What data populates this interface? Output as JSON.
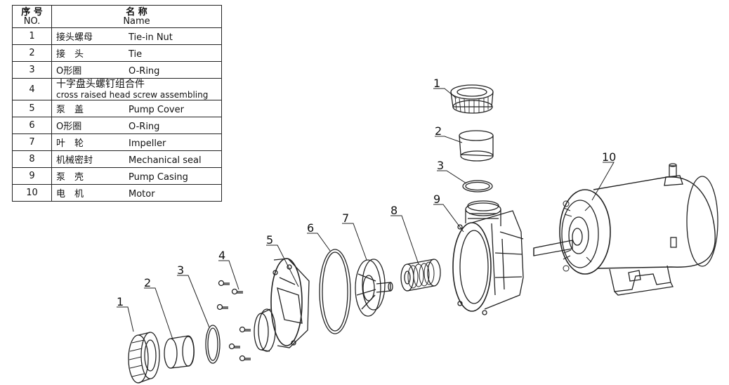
{
  "table": {
    "header": {
      "no_zh": "序 号",
      "no_en": "NO.",
      "name_zh": "名 称",
      "name_en": "Name"
    },
    "rows": [
      {
        "no": "1",
        "zh": "接头螺母",
        "en": "Tie-in Nut"
      },
      {
        "no": "2",
        "zh": "接　头",
        "en": "Tie"
      },
      {
        "no": "3",
        "zh": "O形圈",
        "en": "O-Ring"
      },
      {
        "no": "4",
        "zh": "十字盘头螺钉组合件",
        "en": "cross raised head screw assembling"
      },
      {
        "no": "5",
        "zh": "泵　盖",
        "en": "Pump Cover"
      },
      {
        "no": "6",
        "zh": "O形圈",
        "en": "O-Ring"
      },
      {
        "no": "7",
        "zh": "叶　轮",
        "en": "Impeller"
      },
      {
        "no": "8",
        "zh": "机械密封",
        "en": "Mechanical seal"
      },
      {
        "no": "9",
        "zh": "泵　壳",
        "en": "Pump Casing"
      },
      {
        "no": "10",
        "zh": "电　机",
        "en": "Motor"
      }
    ]
  },
  "callouts": {
    "c1a": "1",
    "c2a": "2",
    "c3a": "3",
    "c9": "9",
    "c10": "10",
    "c1b": "1",
    "c2b": "2",
    "c3b": "3",
    "c4": "4",
    "c5": "5",
    "c6": "6",
    "c7": "7",
    "c8": "8"
  }
}
